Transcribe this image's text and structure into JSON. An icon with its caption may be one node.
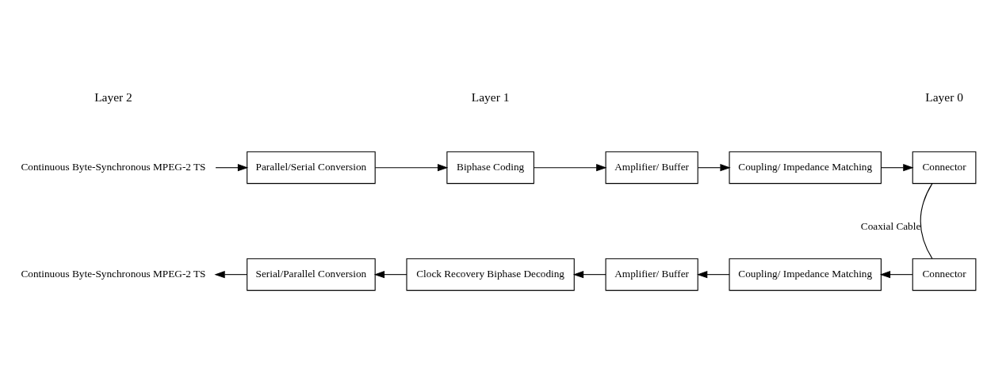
{
  "diagram": {
    "nodes": [
      {
        "text": [
          "Continuous Byte-Synchronous MPEG-2 TS"
        ]
      },
      {
        "text": [
          "Parallel/Serial Conversion"
        ]
      },
      {
        "text": [
          "Biphase Coding"
        ]
      },
      {
        "text": [
          "Amplifier/ Buffer"
        ]
      },
      {
        "text": [
          "Coupling/ Impedance Matching"
        ]
      },
      {
        "text": [
          "Connector"
        ]
      },
      {
        "text": [
          "Connector"
        ]
      },
      {
        "text": [
          "Coupling/ Impedance Matching"
        ]
      },
      {
        "text": [
          "Amplifier/ Buffer"
        ]
      },
      {
        "text": [
          "Clock Recovery Biphase Decoding"
        ]
      },
      {
        "text": [
          "Serial/Parallel Conversion"
        ]
      },
      {
        "text": [
          "Continuous Byte-Synchronous MPEG-2 TS"
        ]
      }
    ],
    "edges": [
      {
        "from": 0,
        "to": 1,
        "arrow": "to"
      },
      {
        "from": 1,
        "to": 2,
        "arrow": "to"
      },
      {
        "from": 2,
        "to": 3,
        "arrow": "to"
      },
      {
        "from": 3,
        "to": 4,
        "arrow": "to"
      },
      {
        "from": 4,
        "to": 5,
        "arrow": "to"
      },
      {
        "from": 5,
        "to": 6,
        "arrow": "none",
        "label": "Coaxial Cable"
      },
      {
        "from": 6,
        "to": 7,
        "arrow": "to"
      },
      {
        "from": 7,
        "to": 8,
        "arrow": "to"
      },
      {
        "from": 8,
        "to": 9,
        "arrow": "to"
      },
      {
        "from": 9,
        "to": 10,
        "arrow": "to"
      },
      {
        "from": 10,
        "to": 11,
        "arrow": "to"
      }
    ],
    "labels": [
      "Layer 2",
      "Layer 1",
      "Layer 0"
    ]
  }
}
